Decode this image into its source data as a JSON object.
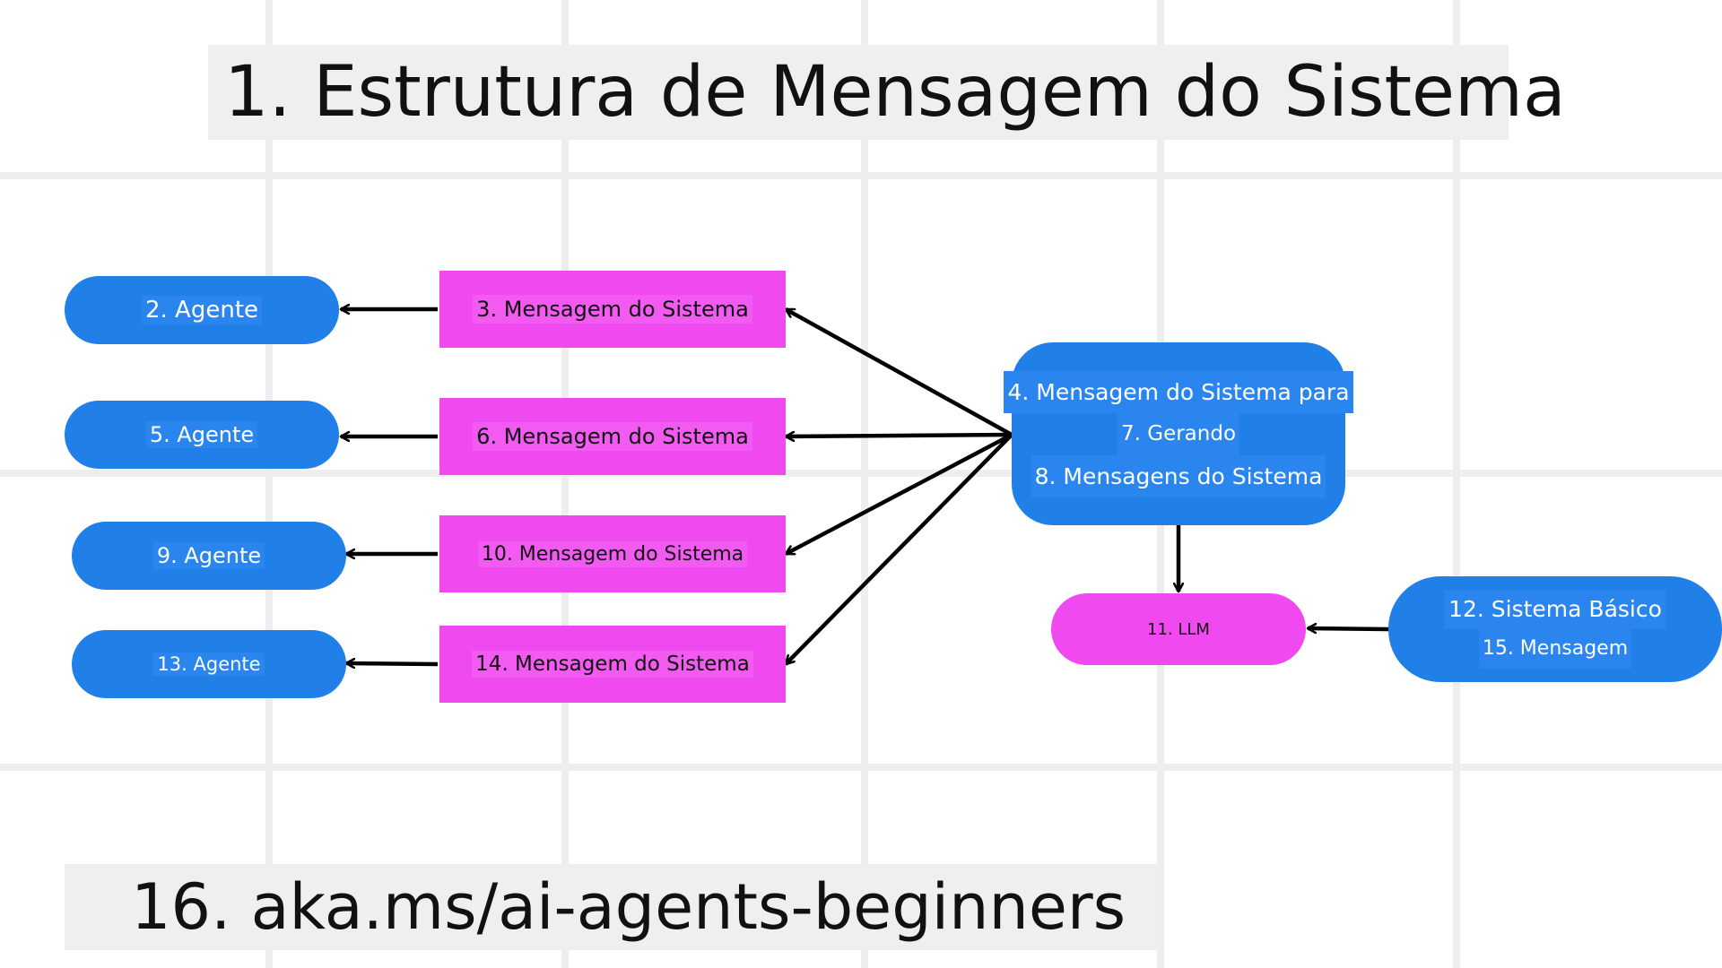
{
  "title": "1. Estrutura de Mensagem do Sistema",
  "footer": "16. aka.ms/ai-agents-beginners",
  "nodes": {
    "agent_2": "2. Agente",
    "agent_5": "5. Agente",
    "agent_9": "9. Agente",
    "agent_13": "13. Agente",
    "msg_3": "3. Mensagem do Sistema",
    "msg_6": "6. Mensagem do Sistema",
    "msg_10": "10. Mensagem do Sistema",
    "msg_14": "14. Mensagem do Sistema",
    "hub_line_1": "4. Mensagem do Sistema para",
    "hub_line_2": "7. Gerando",
    "hub_line_3": "8. Mensagens do Sistema",
    "llm": "11. LLM",
    "basic_line_1": "12. Sistema Básico",
    "basic_line_2": "15. Mensagem"
  },
  "colors": {
    "agent_blue": "#2180e8",
    "message_magenta": "#f049f0",
    "arrow": "#000000",
    "grid": "#eeeeee",
    "banner": "#efefef"
  }
}
